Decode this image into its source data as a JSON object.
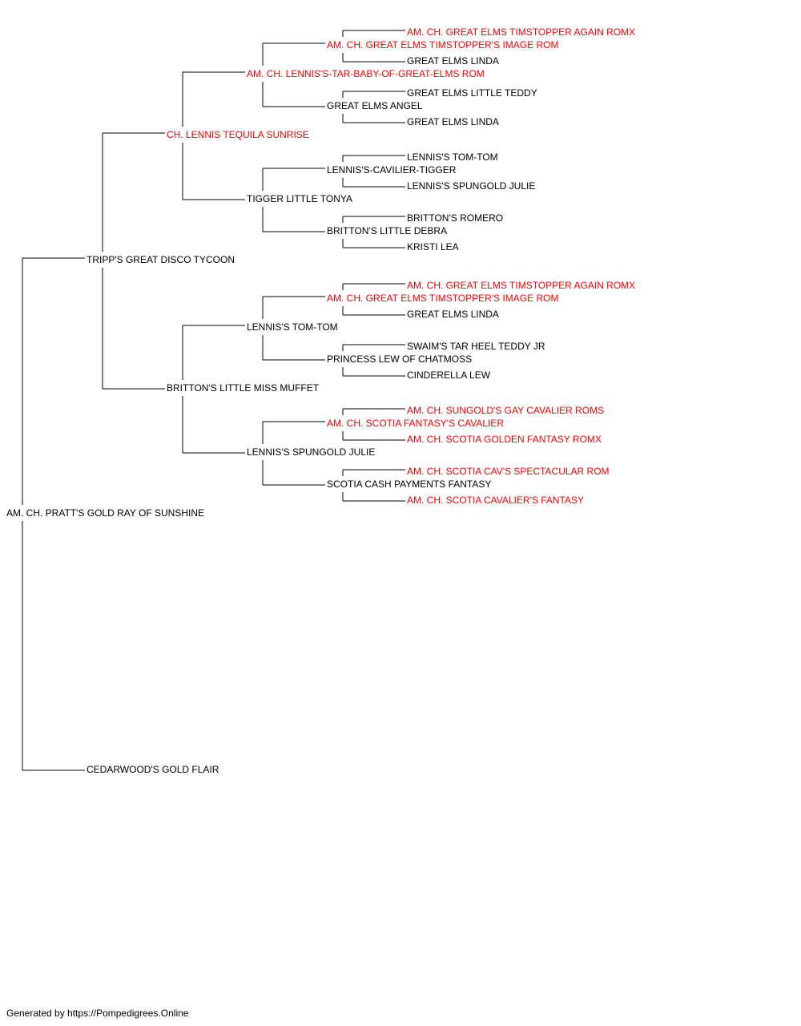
{
  "colors": {
    "champion": "#ff0000",
    "normal": "#000000",
    "line": "#000000"
  },
  "pedigree": {
    "name": "AM. CH. PRATT'S GOLD RAY OF SUNSHINE",
    "champion": false,
    "sire": {
      "name": "TRIPP'S GREAT DISCO TYCOON",
      "champion": false,
      "sire": {
        "name": "CH. LENNIS TEQUILA SUNRISE",
        "champion": true,
        "sire": {
          "name": "AM. CH. LENNIS'S-TAR-BABY-OF-GREAT-ELMS ROM",
          "champion": true,
          "sire": {
            "name": "AM. CH. GREAT ELMS TIMSTOPPER'S IMAGE ROM",
            "champion": true,
            "sire": {
              "name": "AM. CH. GREAT ELMS TIMSTOPPER AGAIN ROMX",
              "champion": true
            },
            "dam": {
              "name": "GREAT ELMS LINDA",
              "champion": false
            }
          },
          "dam": {
            "name": "GREAT ELMS ANGEL",
            "champion": false,
            "sire": {
              "name": "GREAT ELMS LITTLE TEDDY",
              "champion": false
            },
            "dam": {
              "name": "GREAT ELMS LINDA",
              "champion": false
            }
          }
        },
        "dam": {
          "name": "TIGGER LITTLE TONYA",
          "champion": false,
          "sire": {
            "name": "LENNIS'S-CAVILIER-TIGGER",
            "champion": false,
            "sire": {
              "name": "LENNIS'S TOM-TOM",
              "champion": false
            },
            "dam": {
              "name": "LENNIS'S SPUNGOLD JULIE",
              "champion": false
            }
          },
          "dam": {
            "name": "BRITTON'S LITTLE DEBRA",
            "champion": false,
            "sire": {
              "name": "BRITTON'S ROMERO",
              "champion": false
            },
            "dam": {
              "name": "KRISTI LEA",
              "champion": false
            }
          }
        }
      },
      "dam": {
        "name": "BRITTON'S LITTLE MISS MUFFET",
        "champion": false,
        "sire": {
          "name": "LENNIS'S TOM-TOM",
          "champion": false,
          "sire": {
            "name": "AM. CH. GREAT ELMS TIMSTOPPER'S IMAGE ROM",
            "champion": true,
            "sire": {
              "name": "AM. CH. GREAT ELMS TIMSTOPPER AGAIN ROMX",
              "champion": true
            },
            "dam": {
              "name": "GREAT ELMS LINDA",
              "champion": false
            }
          },
          "dam": {
            "name": "PRINCESS LEW OF CHATMOSS",
            "champion": false,
            "sire": {
              "name": "SWAIM'S TAR HEEL TEDDY JR",
              "champion": false
            },
            "dam": {
              "name": "CINDERELLA LEW",
              "champion": false
            }
          }
        },
        "dam": {
          "name": "LENNIS'S SPUNGOLD JULIE",
          "champion": false,
          "sire": {
            "name": "AM. CH. SCOTIA FANTASY'S CAVALIER",
            "champion": true,
            "sire": {
              "name": "AM. CH. SUNGOLD'S GAY CAVALIER ROMS",
              "champion": true
            },
            "dam": {
              "name": "AM. CH. SCOTIA GOLDEN FANTASY ROMX",
              "champion": true
            }
          },
          "dam": {
            "name": "SCOTIA CASH PAYMENTS FANTASY",
            "champion": false,
            "sire": {
              "name": "AM. CH. SCOTIA CAV'S SPECTACULAR ROM",
              "champion": true
            },
            "dam": {
              "name": "AM. CH. SCOTIA CAVALIER'S FANTASY",
              "champion": true
            }
          }
        }
      }
    },
    "dam": {
      "name": "CEDARWOOD'S GOLD FLAIR",
      "champion": false
    }
  },
  "footer": {
    "text": "Generated by https://Pompedigrees.Online"
  }
}
